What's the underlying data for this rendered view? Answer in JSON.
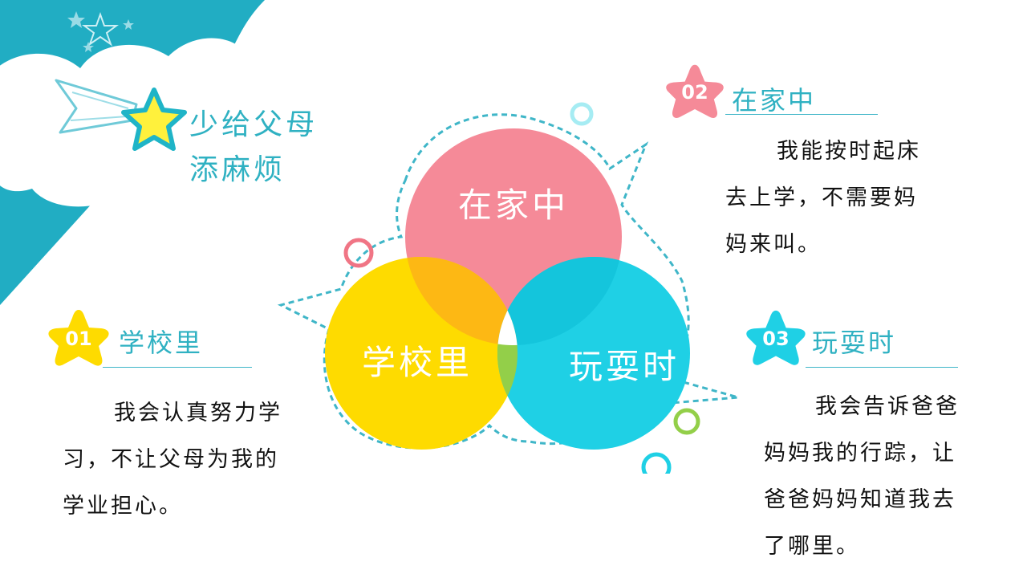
{
  "slide": {
    "title_line1": "少给父母",
    "title_line2": "添麻烦"
  },
  "venn": {
    "top": "在家中",
    "left": "学校里",
    "right": "玩耍时"
  },
  "items": [
    {
      "number": "01",
      "heading": "学校里",
      "lines": [
        "我会认真努力学",
        "习，不让父母为我的",
        "学业担心。"
      ]
    },
    {
      "number": "02",
      "heading": "在家中",
      "lines": [
        "我能按时起床",
        "去上学，不需要妈",
        "妈来叫。"
      ]
    },
    {
      "number": "03",
      "heading": "玩耍时",
      "lines": [
        "我会告诉爸爸",
        "妈妈我的行踪，让",
        "爸爸妈妈知道我去",
        "了哪里。"
      ]
    }
  ],
  "colors": {
    "teal": "#2fb1c2",
    "pink": "#f58a98",
    "yellow": "#fedb00",
    "cyan": "#1fd0e5",
    "orange": "#fdb814",
    "green": "#93cf49",
    "star_yellow": "#fff13c"
  }
}
